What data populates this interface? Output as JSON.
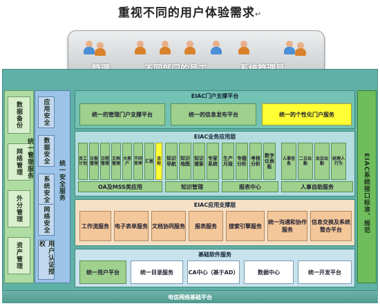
{
  "title": "重视不同的用户体验需求",
  "users": {
    "label_admin": "管理",
    "label_staff": "不同部门的员工",
    "label_sysadmin": "系统管理员"
  },
  "left_mgmt": {
    "items": [
      "数据备份",
      "网络管理",
      "外分管理",
      "资产管理"
    ],
    "footer": "统一管理服务"
  },
  "security": {
    "items": [
      "应用安全",
      "数据安全",
      "系统安全",
      "网络安全",
      "用户认证授权"
    ],
    "footer": "统一安全服务"
  },
  "portal": {
    "header": "EIAC门户支撑平台",
    "items": [
      "统一的管理门户支撑平台",
      "统一的信息发布平台",
      "统一的个性化门户服务"
    ]
  },
  "business": {
    "header": "EIAC业务应用层",
    "oa_cells": [
      "员工计划",
      "日报管理",
      "日程管理",
      "文档管理"
    ],
    "oa_cells2": [
      "大客户",
      "不同效率",
      "汇报",
      "流程"
    ],
    "oa_label": "OA及MSS类应用",
    "knowledge_cells": [
      "知识导航",
      "知识地图",
      "知识搜索",
      "专家系统"
    ],
    "knowledge_label": "知识管理",
    "report_cells": [
      "生产月报",
      "专题分析",
      "考核分析",
      "数字仪表板"
    ],
    "report_label": "报表中心",
    "hr_cells": [
      "人事信息",
      "二日出勤",
      "会议出勤",
      "经理人行为"
    ],
    "hr_label": "人事自助服务"
  },
  "support": {
    "header": "EIAC应用支撑层",
    "items": [
      "工作流服务",
      "电子表单服务",
      "文档协同服务",
      "报表服务",
      "搜索引擎服务",
      "统一沟通和协作服务",
      "信息交换及系统整合平台"
    ]
  },
  "base": {
    "header": "基础软件服务",
    "items": [
      "统一用户平台",
      "统一目录服务",
      "CA中心（基于AD）",
      "数据中心",
      "统一开发平台"
    ]
  },
  "right_col": "EIAC系统接口标准、规范",
  "bottom": "电信网络基础平台",
  "colors": {
    "frame": "#5fb0a6",
    "green": "#9fd08e",
    "yellow": "#ffff33",
    "orange": "#f4c79a"
  },
  "icons": [
    "person-icon",
    "computer-icon",
    "server-icon"
  ]
}
